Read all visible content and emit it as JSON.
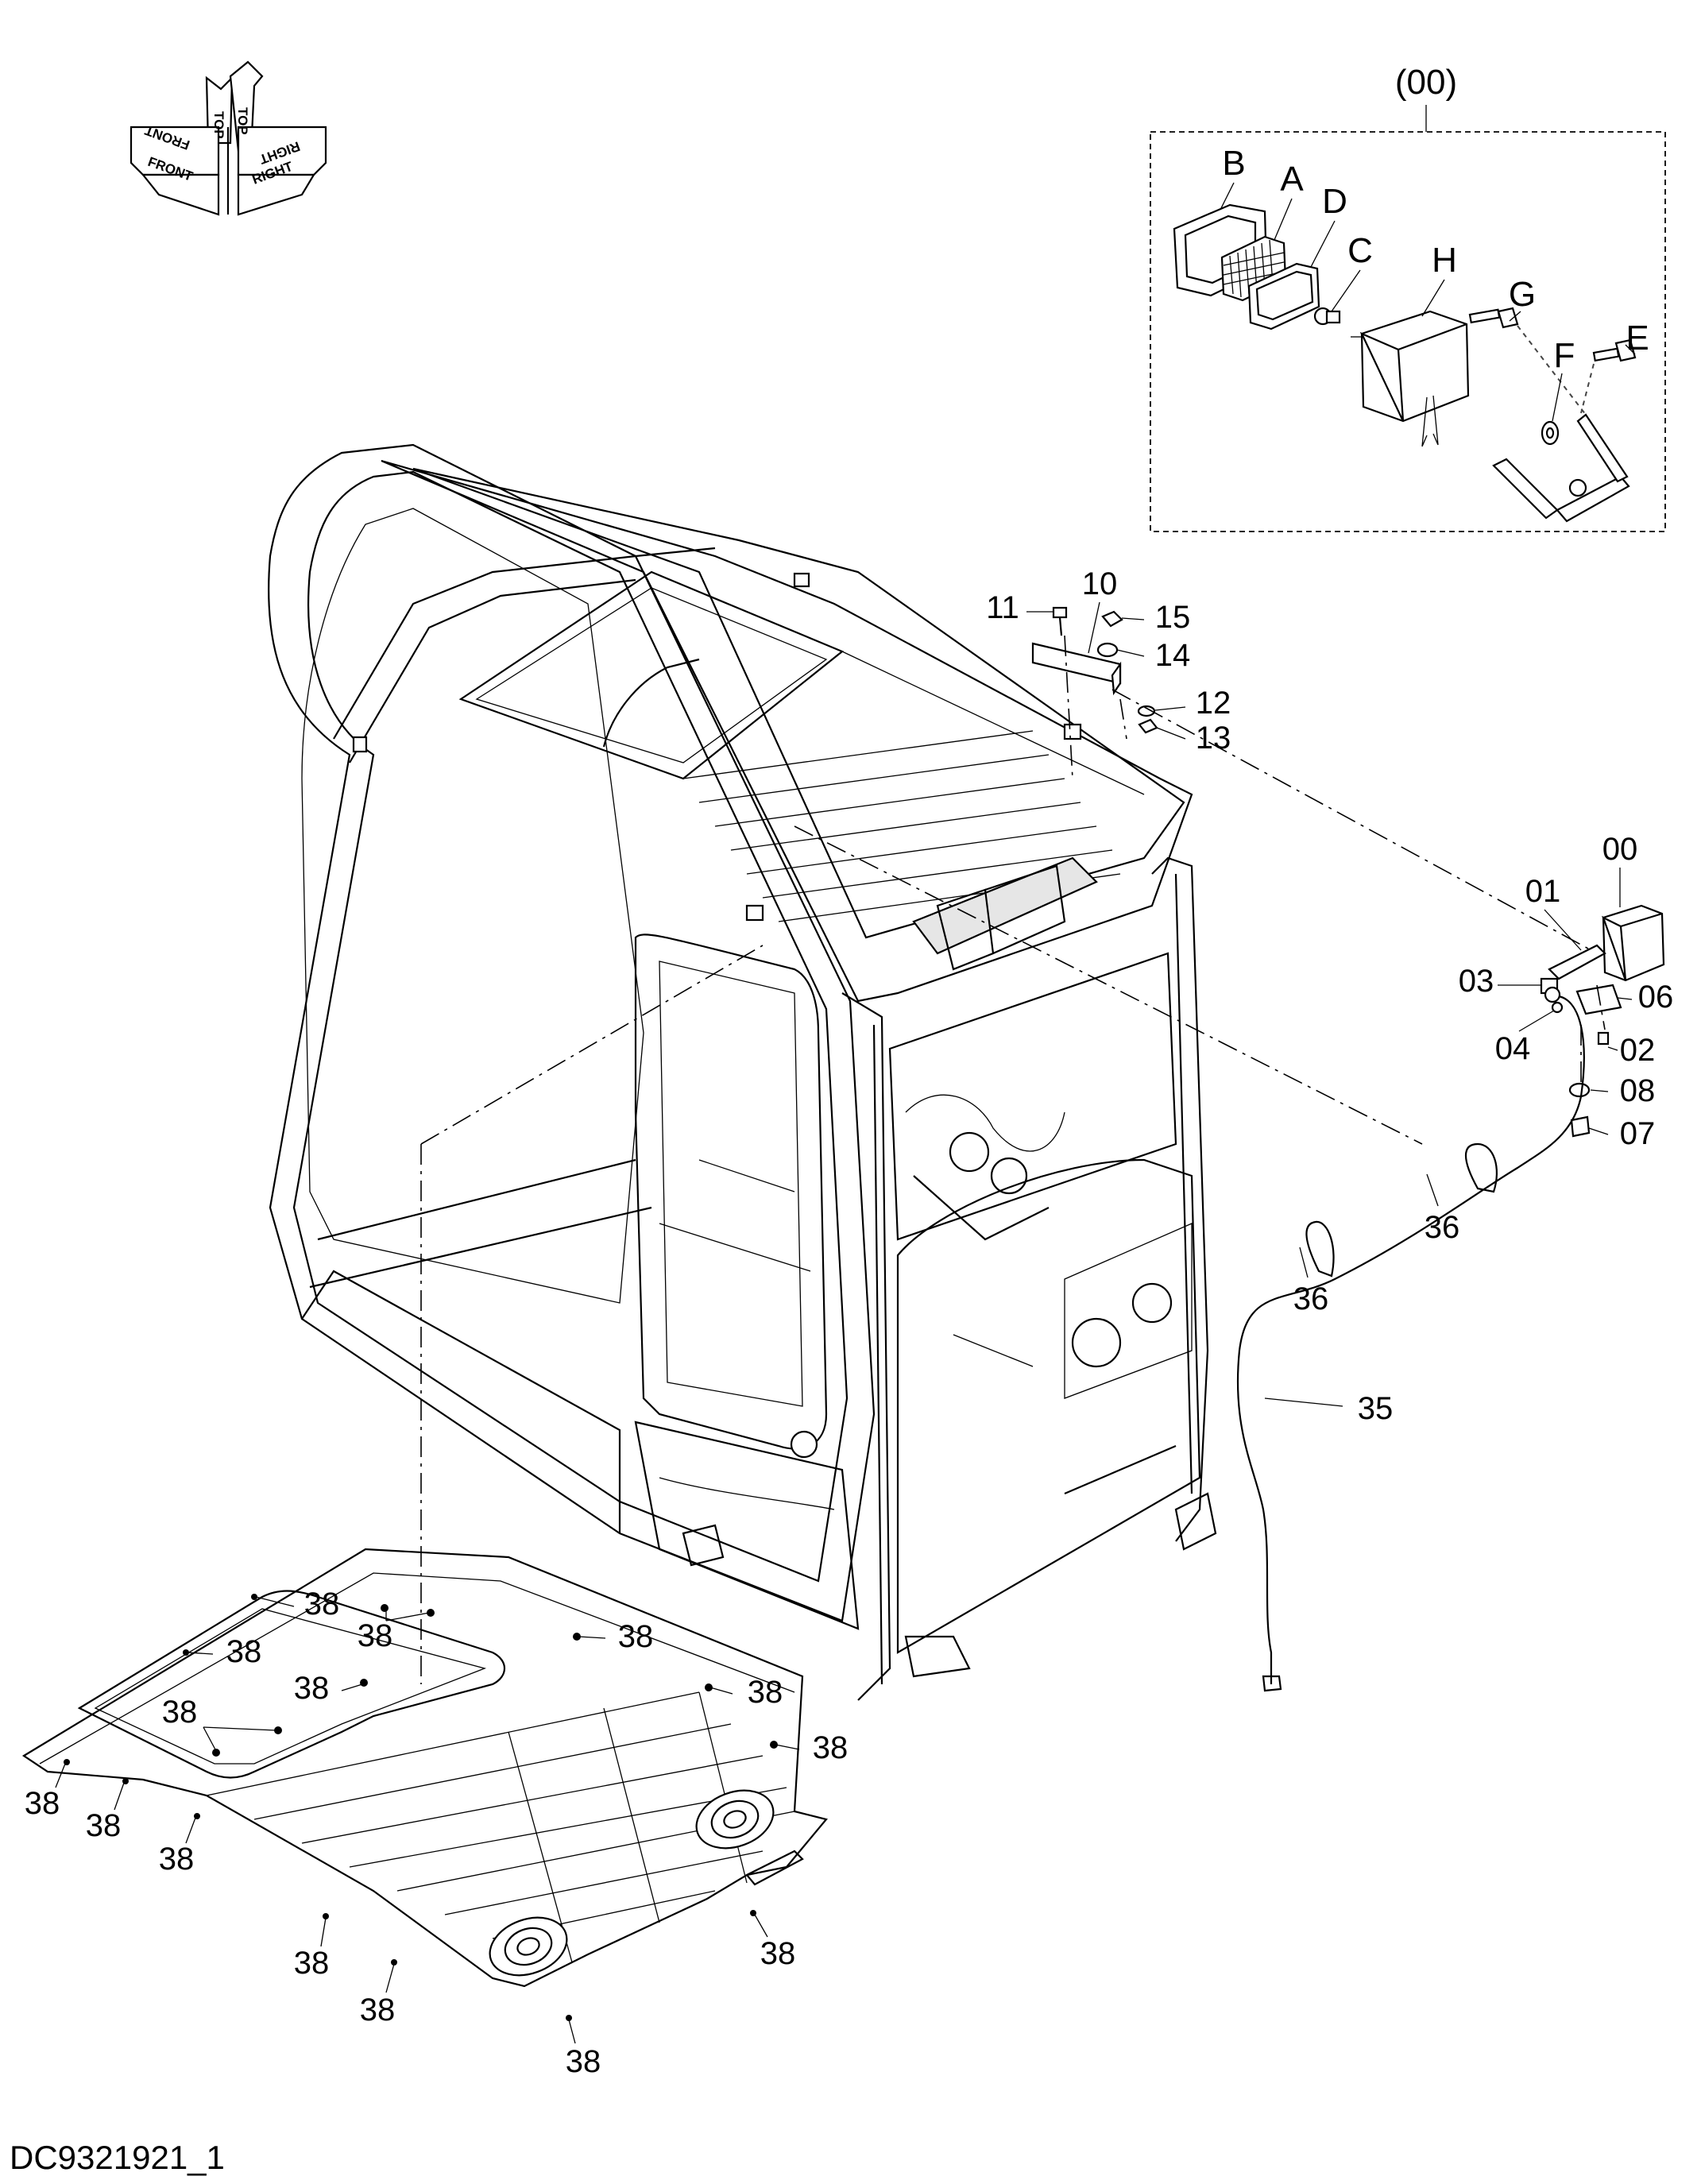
{
  "diagram_id": "DC9321921_1",
  "kit_label": "(00)",
  "orientation": {
    "top": "TOP",
    "front": "FRONT",
    "right": "RIGHT",
    "front_mirror": "FRONT",
    "right_mirror": "RIGHT"
  },
  "lamp_parts": {
    "A": "A",
    "B": "B",
    "C": "C",
    "D": "D",
    "E": "E",
    "F": "F",
    "G": "G",
    "H": "H"
  },
  "callouts": {
    "p00": "00",
    "p01": "01",
    "p02": "02",
    "p03": "03",
    "p04": "04",
    "p06": "06",
    "p07": "07",
    "p08": "08",
    "p10": "10",
    "p11": "11",
    "p12": "12",
    "p13": "13",
    "p14": "14",
    "p15": "15",
    "p35": "35",
    "p36": "36",
    "p38": "38"
  }
}
